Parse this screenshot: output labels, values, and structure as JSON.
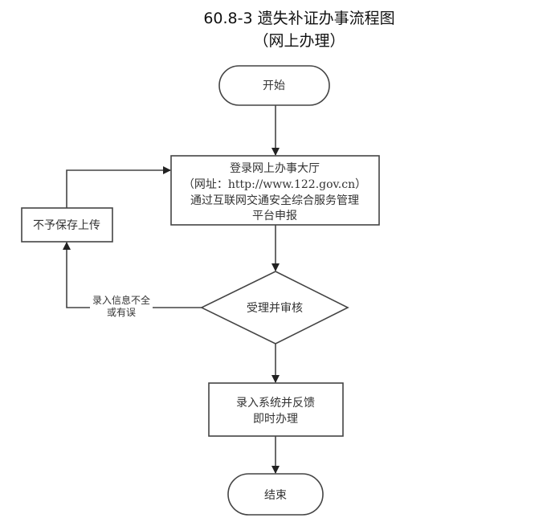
{
  "title": {
    "line1": "60.8-3 遗失补证办事流程图",
    "line2": "（网上办理）"
  },
  "nodes": {
    "start": {
      "label": "开始",
      "shape": "terminal"
    },
    "login": {
      "shape": "process",
      "lines": [
        "登录网上办事大厅",
        "（网址：http://www.122.gov.cn）",
        "通过互联网交通安全综合服务管理",
        "平台申报"
      ]
    },
    "reject": {
      "label": "不予保存上传",
      "shape": "process"
    },
    "review": {
      "label": "受理并审核",
      "shape": "decision"
    },
    "enter": {
      "shape": "process",
      "lines": [
        "录入系统并反馈",
        "即时办理"
      ]
    },
    "end": {
      "label": "结束",
      "shape": "terminal"
    }
  },
  "edges": {
    "review_to_reject": {
      "lines": [
        "录入信息不全",
        "或有误"
      ]
    }
  },
  "colors": {
    "stroke": "#444444",
    "text": "#333333",
    "background": "#ffffff"
  }
}
